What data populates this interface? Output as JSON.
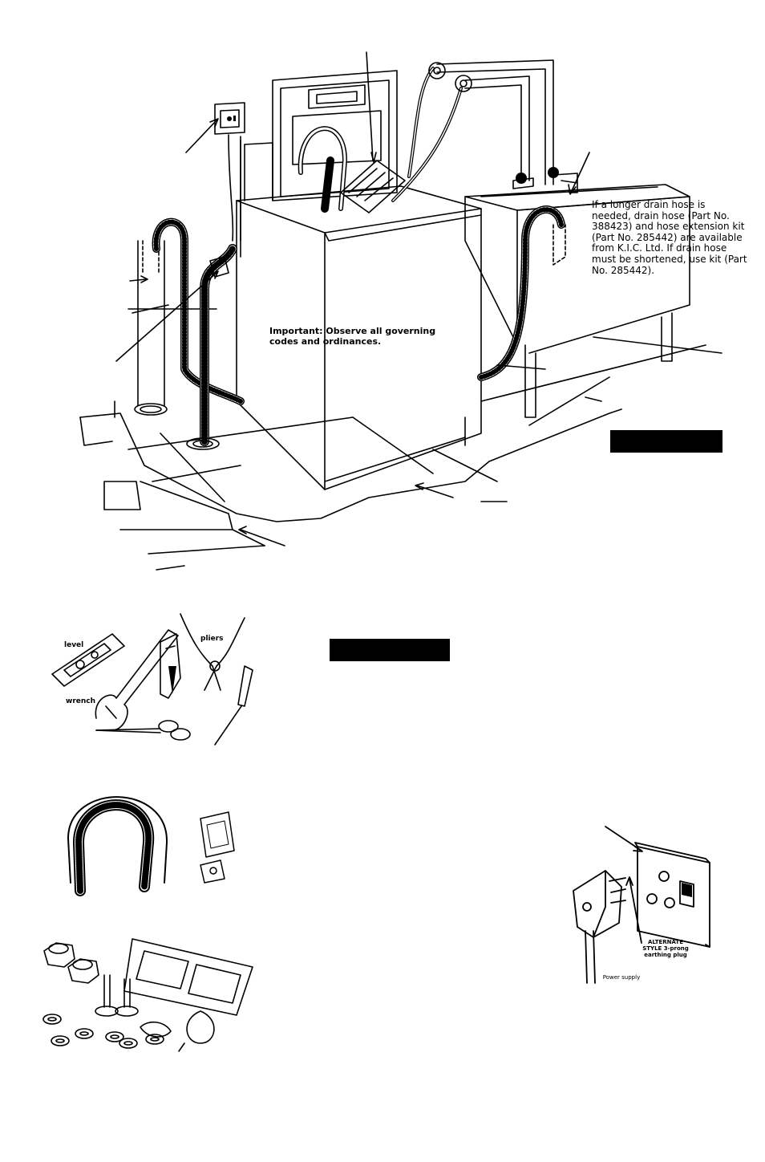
{
  "main_illustration": {
    "important_note": "Important:  Observe all governing\ncodes and ordinances.",
    "drain_hose_note": "If a longer drain hose is\nneeded, drain hose (Part No.\n388423) and hose extension kit\n(Part No. 285442) are available\nfrom K.I.C. Ltd. If drain hose\nmust be shortened, use kit (Part\nNo. 285442)."
  },
  "tools_illustration": {
    "labels": {
      "level": "level",
      "wrench": "wrench",
      "pliers": "pliers"
    }
  },
  "socket_illustration": {
    "plug_label": "ALTERNATE\nSTYLE 3-prong\nearthing plug",
    "power_label": "Power supply"
  }
}
